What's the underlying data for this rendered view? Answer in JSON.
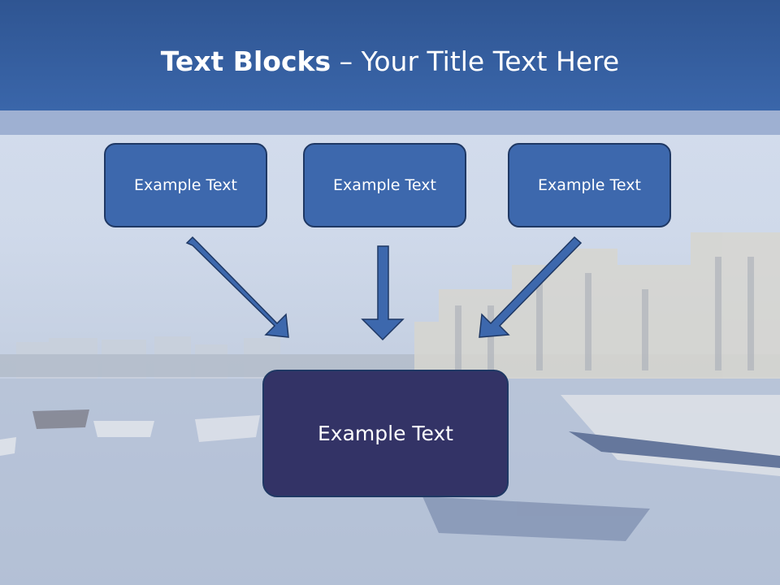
{
  "title": {
    "bold": "Text Blocks",
    "dash": " – ",
    "rest": "Your Title Text Here"
  },
  "boxes": {
    "left": "Example Text",
    "center": "Example Text",
    "right": "Example Text",
    "main": "Example Text"
  },
  "colors": {
    "header": "#3a66aa",
    "box_fill": "#3d68ad",
    "box_border": "#1f3864",
    "main_box_fill": "#333366",
    "arrow": "#3d68ad"
  }
}
